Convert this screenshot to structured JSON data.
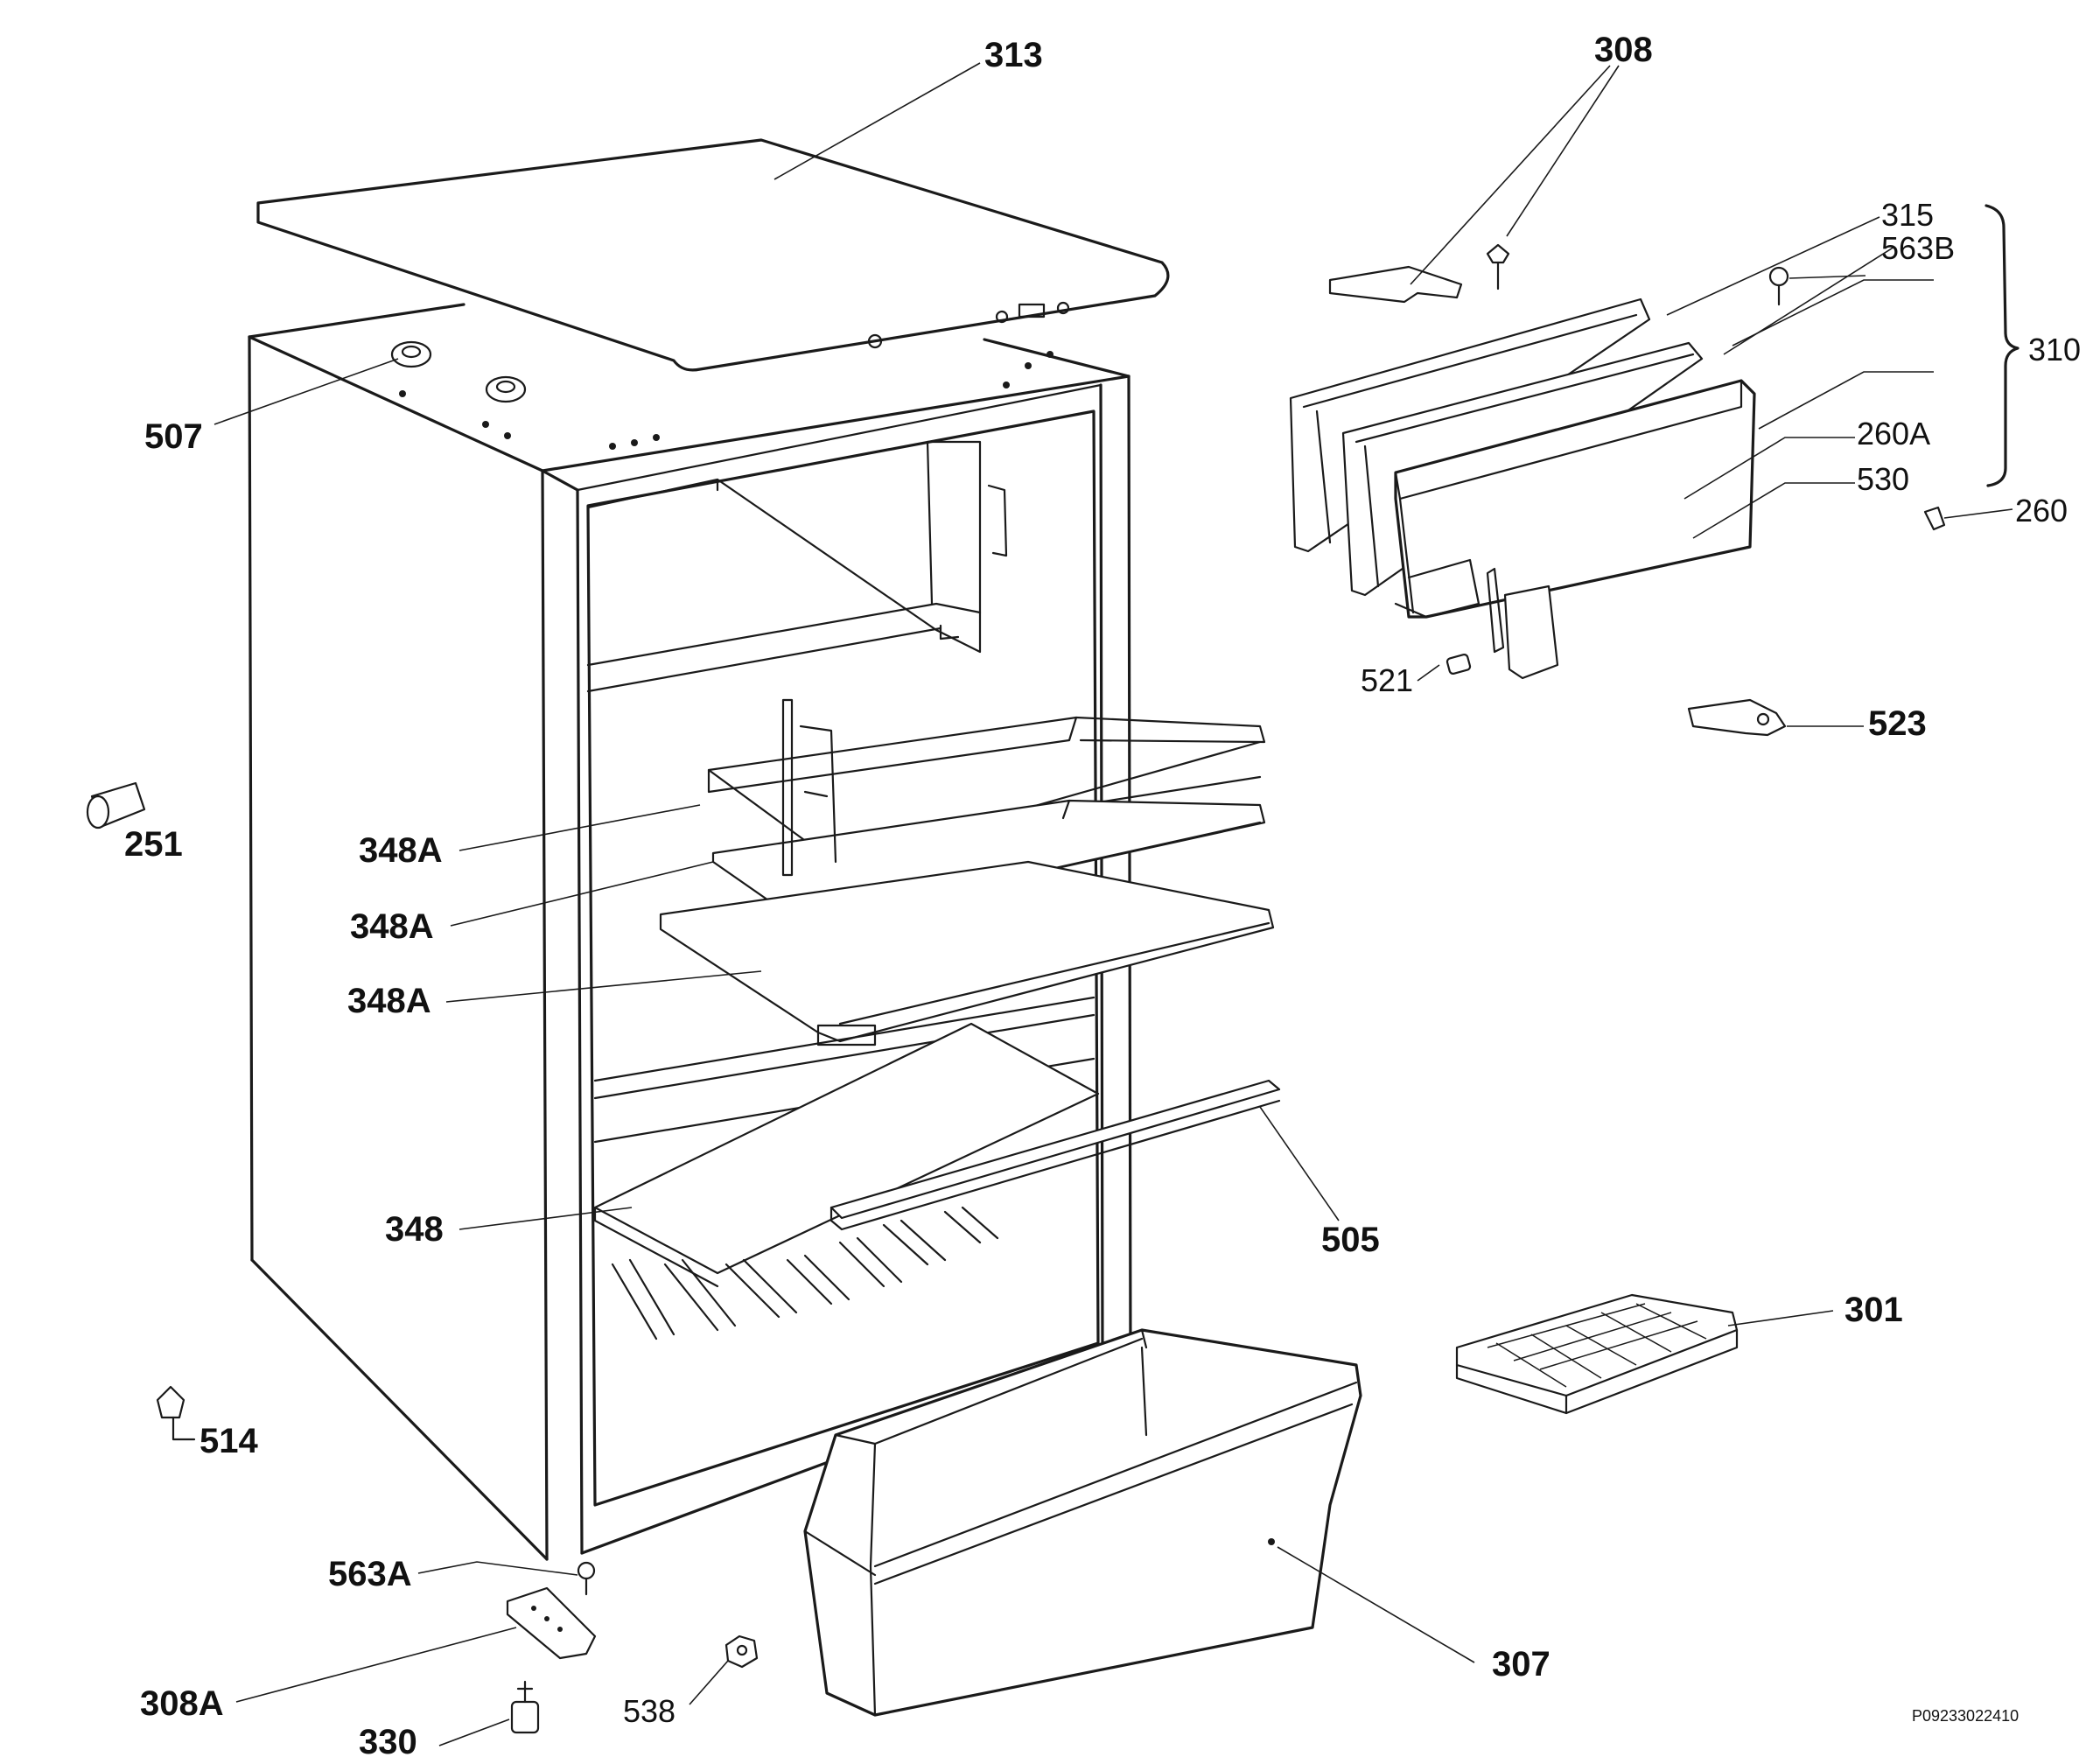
{
  "diagram": {
    "code": "P09233022410",
    "parts": [
      {
        "id": "313"
      },
      {
        "id": "308"
      },
      {
        "id": "315"
      },
      {
        "id": "563B"
      },
      {
        "id": "310"
      },
      {
        "id": "260A"
      },
      {
        "id": "530"
      },
      {
        "id": "260"
      },
      {
        "id": "521"
      },
      {
        "id": "523"
      },
      {
        "id": "507"
      },
      {
        "id": "251"
      },
      {
        "id": "348A"
      },
      {
        "id": "348A"
      },
      {
        "id": "348A"
      },
      {
        "id": "348"
      },
      {
        "id": "505"
      },
      {
        "id": "301"
      },
      {
        "id": "514"
      },
      {
        "id": "563A"
      },
      {
        "id": "308A"
      },
      {
        "id": "330"
      },
      {
        "id": "538"
      },
      {
        "id": "307"
      }
    ]
  }
}
